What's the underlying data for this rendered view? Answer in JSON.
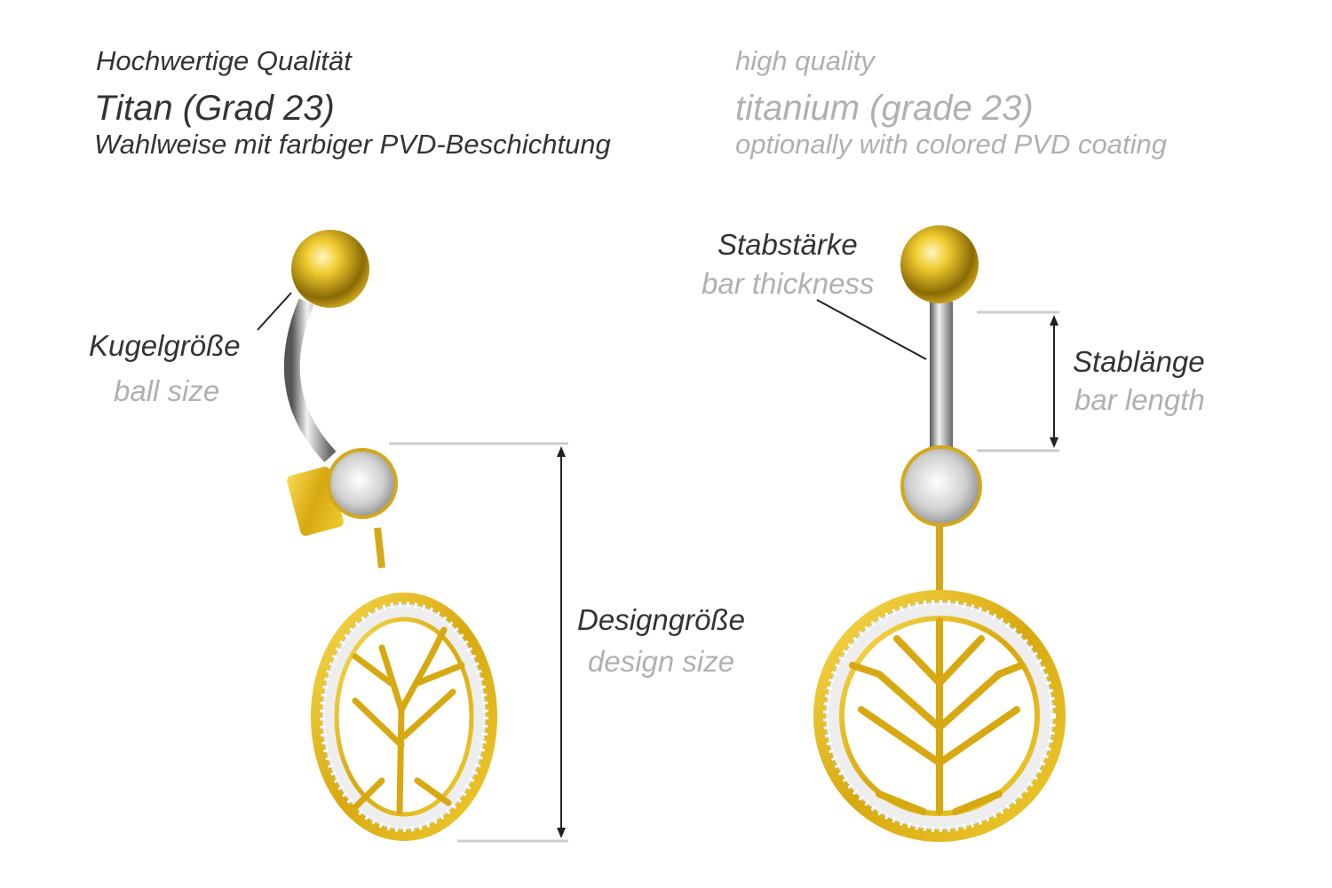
{
  "header": {
    "de": {
      "quality": "Hochwertige Qualität",
      "material": "Titan (Grad 23)",
      "coating": "Wahlweise mit farbiger PVD-Beschichtung"
    },
    "en": {
      "quality": "high quality",
      "material": "titanium (grade 23)",
      "coating": "optionally with colored PVD coating"
    }
  },
  "labels": {
    "ball_size": {
      "de": "Kugelgröße",
      "en": "ball size"
    },
    "design_size": {
      "de": "Designgröße",
      "en": "design size"
    },
    "bar_thickness": {
      "de": "Stabstärke",
      "en": "bar thickness"
    },
    "bar_length": {
      "de": "Stablänge",
      "en": "bar length"
    }
  },
  "colors": {
    "gold": "#e2b820",
    "gold_dark": "#a8820a",
    "text_dark": "#333333",
    "text_gray": "#b0b0b0",
    "steel": "#b8bcc0"
  }
}
